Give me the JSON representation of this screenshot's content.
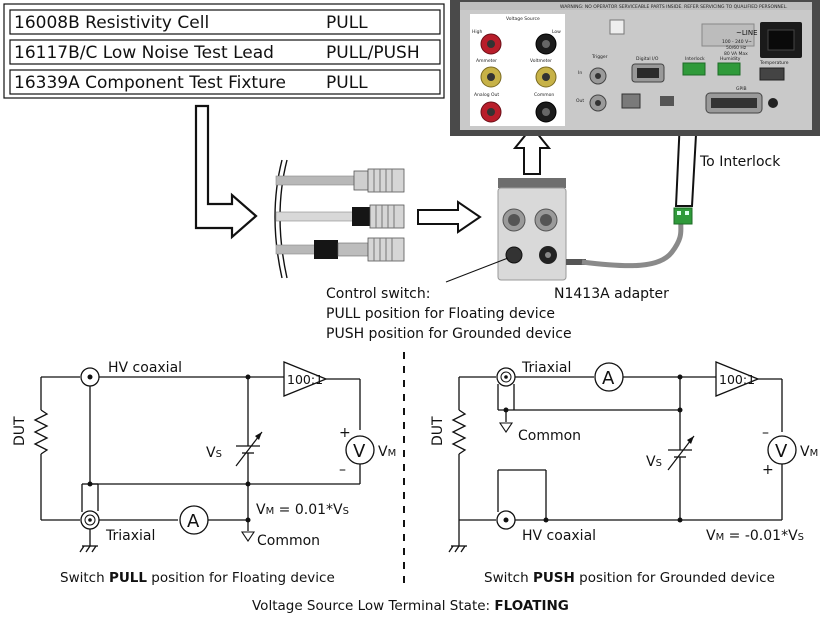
{
  "table": {
    "rows": [
      {
        "model": "16008B Resistivity Cell",
        "position": "PULL"
      },
      {
        "model": "16117B/C Low Noise Test Lead",
        "position": "PULL/PUSH"
      },
      {
        "model": "16339A Component Test Fixture",
        "position": "PULL"
      }
    ]
  },
  "instrument_panel": {
    "warning": "WARNING: NO OPERATOR SERVICEABLE PARTS INSIDE. REFER SERVICING TO QUALIFIED PERSONNEL.",
    "voltage_source": "Voltage Source",
    "high": "High",
    "low": "Low",
    "ammeter": "Ammeter",
    "voltmeter": "Voltmeter",
    "analog_out": "Analog Out",
    "common": "Common",
    "trigger": "Trigger",
    "in": "In",
    "out": "Out",
    "digital_io": "Digital I/O",
    "interlock": "Interlock",
    "humidity": "Humidity",
    "temperature": "Temperature",
    "gpib": "GPIB",
    "line": "~LINE",
    "power_rating_1": "100 - 240 V~",
    "power_rating_2": "50/60 Hz",
    "power_rating_3": "80 VA Max"
  },
  "labels": {
    "to_interlock": "To Interlock",
    "control_switch_1": "Control switch:",
    "control_switch_2": "PULL position for Floating device",
    "control_switch_3": "PUSH position for Grounded device",
    "adapter": "N1413A adapter"
  },
  "left_circuit": {
    "hv_coaxial": "HV coaxial",
    "triaxial": "Triaxial",
    "dut": "DUT",
    "amp_gain": "100:1",
    "ammeter": "A",
    "voltmeter": "V",
    "vs_main": "V",
    "vs_sub": "S",
    "vm_main": "V",
    "vm_sub": "M",
    "plus": "+",
    "minus": "–",
    "eq_vm": "V",
    "eq_m": "M",
    "eq_mid": " = 0.01*V",
    "eq_s": "S",
    "common": "Common",
    "caption_pre": "Switch ",
    "caption_bold": "PULL",
    "caption_post": " position for Floating device"
  },
  "right_circuit": {
    "triaxial": "Triaxial",
    "hv_coaxial": "HV coaxial",
    "dut": "DUT",
    "amp_gain": "100:1",
    "ammeter": "A",
    "voltmeter": "V",
    "vs_main": "V",
    "vs_sub": "S",
    "vm_main": "V",
    "vm_sub": "M",
    "plus": "+",
    "minus": "–",
    "eq_vm": "V",
    "eq_m": "M",
    "eq_mid": " = -0.01*V",
    "eq_s": "S",
    "common": "Common",
    "caption_pre": "Switch ",
    "caption_bold": "PUSH",
    "caption_post": " position for Grounded device"
  },
  "footer": {
    "pre": "Voltage Source Low Terminal State: ",
    "bold": "FLOATING"
  },
  "colors": {
    "panel": "#c9c9c9",
    "panel_frame": "#4a4a4a",
    "terminal_red": "#b81d2a",
    "terminal_yellow": "#c7b247",
    "terminal_black": "#1c1c1c",
    "connector_green": "#2f9a3a",
    "cable_grey": "#b8b8b8"
  }
}
